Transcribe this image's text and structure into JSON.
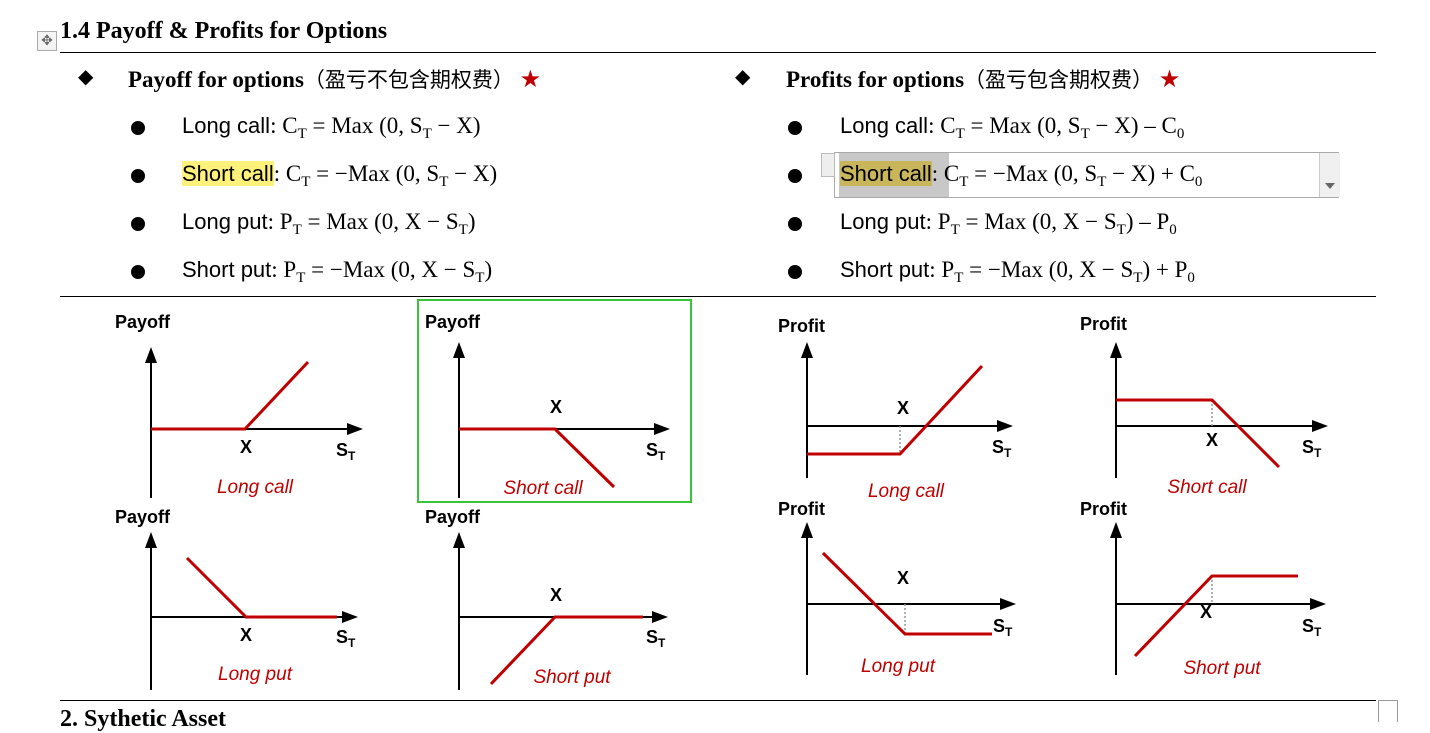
{
  "heading": "1.4 Payoff & Profits for Options",
  "left": {
    "title": "Payoff for options",
    "title_cn": "（盈亏不包含期权费）",
    "star": "★",
    "items": [
      {
        "label": "Long call",
        "formula": ": C_T = Max (0, S_T − X)"
      },
      {
        "label": "Short call",
        "formula": ": C_T = −Max (0, S_T − X)"
      },
      {
        "label": "Long put",
        "formula": ": P_T =  Max (0, X − S_T)"
      },
      {
        "label": "Short put",
        "formula": ": P_T = −Max (0, X − S_T)"
      }
    ]
  },
  "right": {
    "title": "Profits for options",
    "title_cn": "（盈亏包含期权费）",
    "star": "★",
    "items": [
      {
        "label": "Long call",
        "formula": ": C_T = Max (0, S_T − X) –  C_0"
      },
      {
        "label": "Short call",
        "formula": ": C_T = −Max (0, S_T − X)  + C_0"
      },
      {
        "label": "Long put",
        "formula": ": P_T =  Max (0, X − S_T) –  P_0"
      },
      {
        "label": "Short put",
        "formula": ": P_T = −Max (0, X − S_T)  + P_0"
      }
    ]
  },
  "charts": {
    "payoff_axis": "Payoff",
    "profit_axis": "Profit",
    "strike": "X",
    "st_main": "S",
    "st_sub": "T",
    "captions": [
      "Long call",
      "Short call",
      "Long put",
      "Short put",
      "Long  call",
      "Short call",
      "Long put",
      "Short put"
    ]
  },
  "next_heading": "2. Sythetic Asset",
  "colors": {
    "line": "#c00000",
    "highlight": "#fff27a",
    "selected_highlight": "#c9b65a",
    "frame": "#3ac43a"
  }
}
